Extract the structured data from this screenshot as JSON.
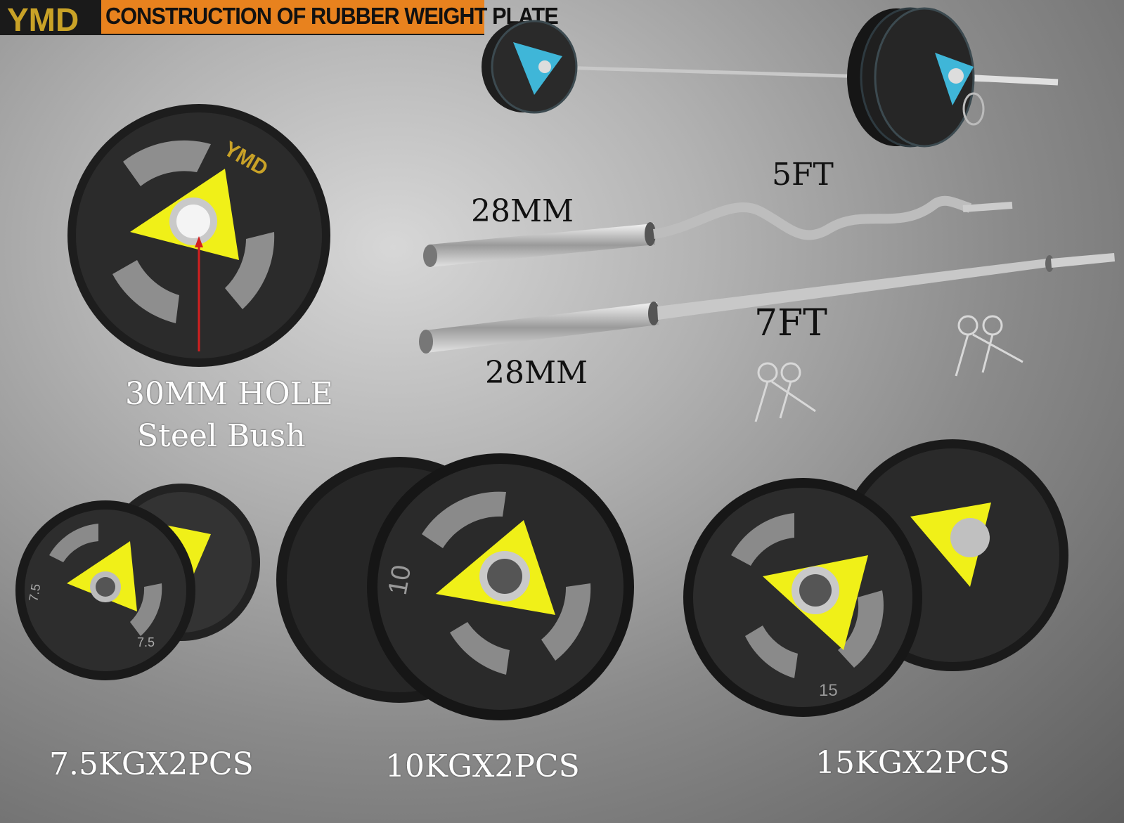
{
  "header": {
    "logo_text": "YMD",
    "title": "CONSTRUCTION OF  RUBBER WEIGHT PLATE"
  },
  "labels": {
    "hole_line1": "30MM HOLE",
    "hole_line2": "Steel Bush",
    "bar_length_curl": "5FT",
    "bar_length_straight": "7FT",
    "diameter_curl": "28MM",
    "diameter_straight": "28MM",
    "plate_7_5": "7.5KGX2PCS",
    "plate_10": "10KGX2PCS",
    "plate_15": "15KGX2PCS"
  },
  "plate_numbers": {
    "p7_5": "7.5",
    "p7_5_back": "7.5",
    "p10": "10",
    "p15": "15"
  },
  "colors": {
    "insert_yellow": "#f0f018",
    "insert_blue": "#3fb6d8",
    "rubber_black": "#1d1d1d",
    "banner_orange": "#e8821e",
    "arrow_red": "#d22020"
  }
}
